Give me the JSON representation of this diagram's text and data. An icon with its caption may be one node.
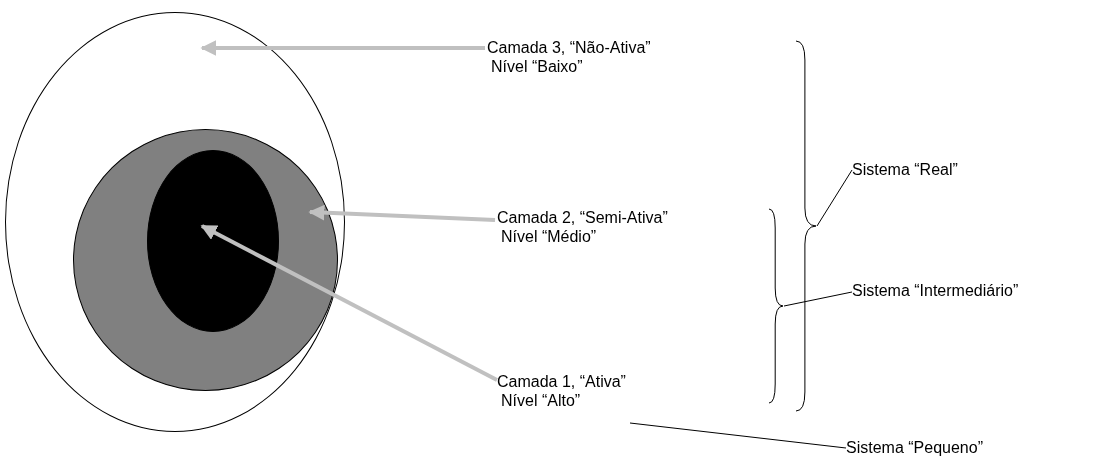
{
  "diagram": {
    "nodes": [
      {
        "text": [],
        "shape": "circle"
      },
      {
        "text": [],
        "shape": "circle",
        "in": 0
      },
      {
        "text": [],
        "shape": "circle",
        "in": 1
      },
      {
        "text": [
          "Camada 3, “Não-Ativa”",
          "Nível “Baixo”"
        ]
      },
      {
        "text": [
          "Camada 2, “Semi-Ativa”",
          "Nível “Médio”"
        ]
      },
      {
        "text": [
          "Camada 1, “Ativa”",
          "Nível “Alto”"
        ]
      },
      {
        "text": [
          "Sistema “Real”"
        ]
      },
      {
        "text": [
          "Sistema “Intermediário”"
        ]
      },
      {
        "text": [
          "Sistema “Pequeno”"
        ]
      },
      {
        "text": [],
        "shape": "brace"
      },
      {
        "text": [],
        "shape": "brace"
      }
    ],
    "edges": [
      {
        "from": 3,
        "to": 0,
        "arrow": "to",
        "style": "thick",
        "color": "#c0c0c0"
      },
      {
        "from": 4,
        "to": 1,
        "arrow": "to",
        "style": "thick",
        "color": "#c0c0c0"
      },
      {
        "from": 5,
        "to": 2,
        "arrow": "to",
        "style": "thick",
        "color": "#c0c0c0"
      },
      {
        "from": 6,
        "to": 10,
        "arrow": "none",
        "color": "#000000"
      },
      {
        "from": 7,
        "to": 9,
        "arrow": "none",
        "color": "#000000"
      },
      {
        "from": 8,
        "to": 5,
        "arrow": "none",
        "color": "#000000"
      }
    ]
  }
}
